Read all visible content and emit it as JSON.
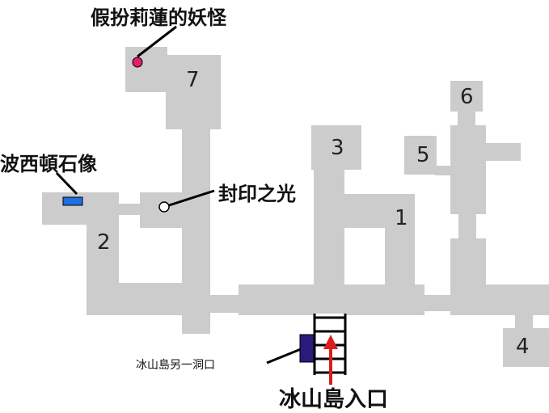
{
  "labels": {
    "fake_lily": "假扮莉蓮的妖怪",
    "poseidon_statue": "波西頓石像",
    "seal_light": "封印之光",
    "other_exit": "冰山島另一洞口",
    "entrance": "冰山島入口"
  },
  "rooms": [
    "1",
    "2",
    "3",
    "4",
    "5",
    "6",
    "7"
  ],
  "colors": {
    "floor": "#cccccc",
    "monster_marker": "#e0206f",
    "statue_marker": "#1e6fe0",
    "other_exit_marker": "#2a1a7a",
    "entrance_arrow": "#d81e1e"
  }
}
